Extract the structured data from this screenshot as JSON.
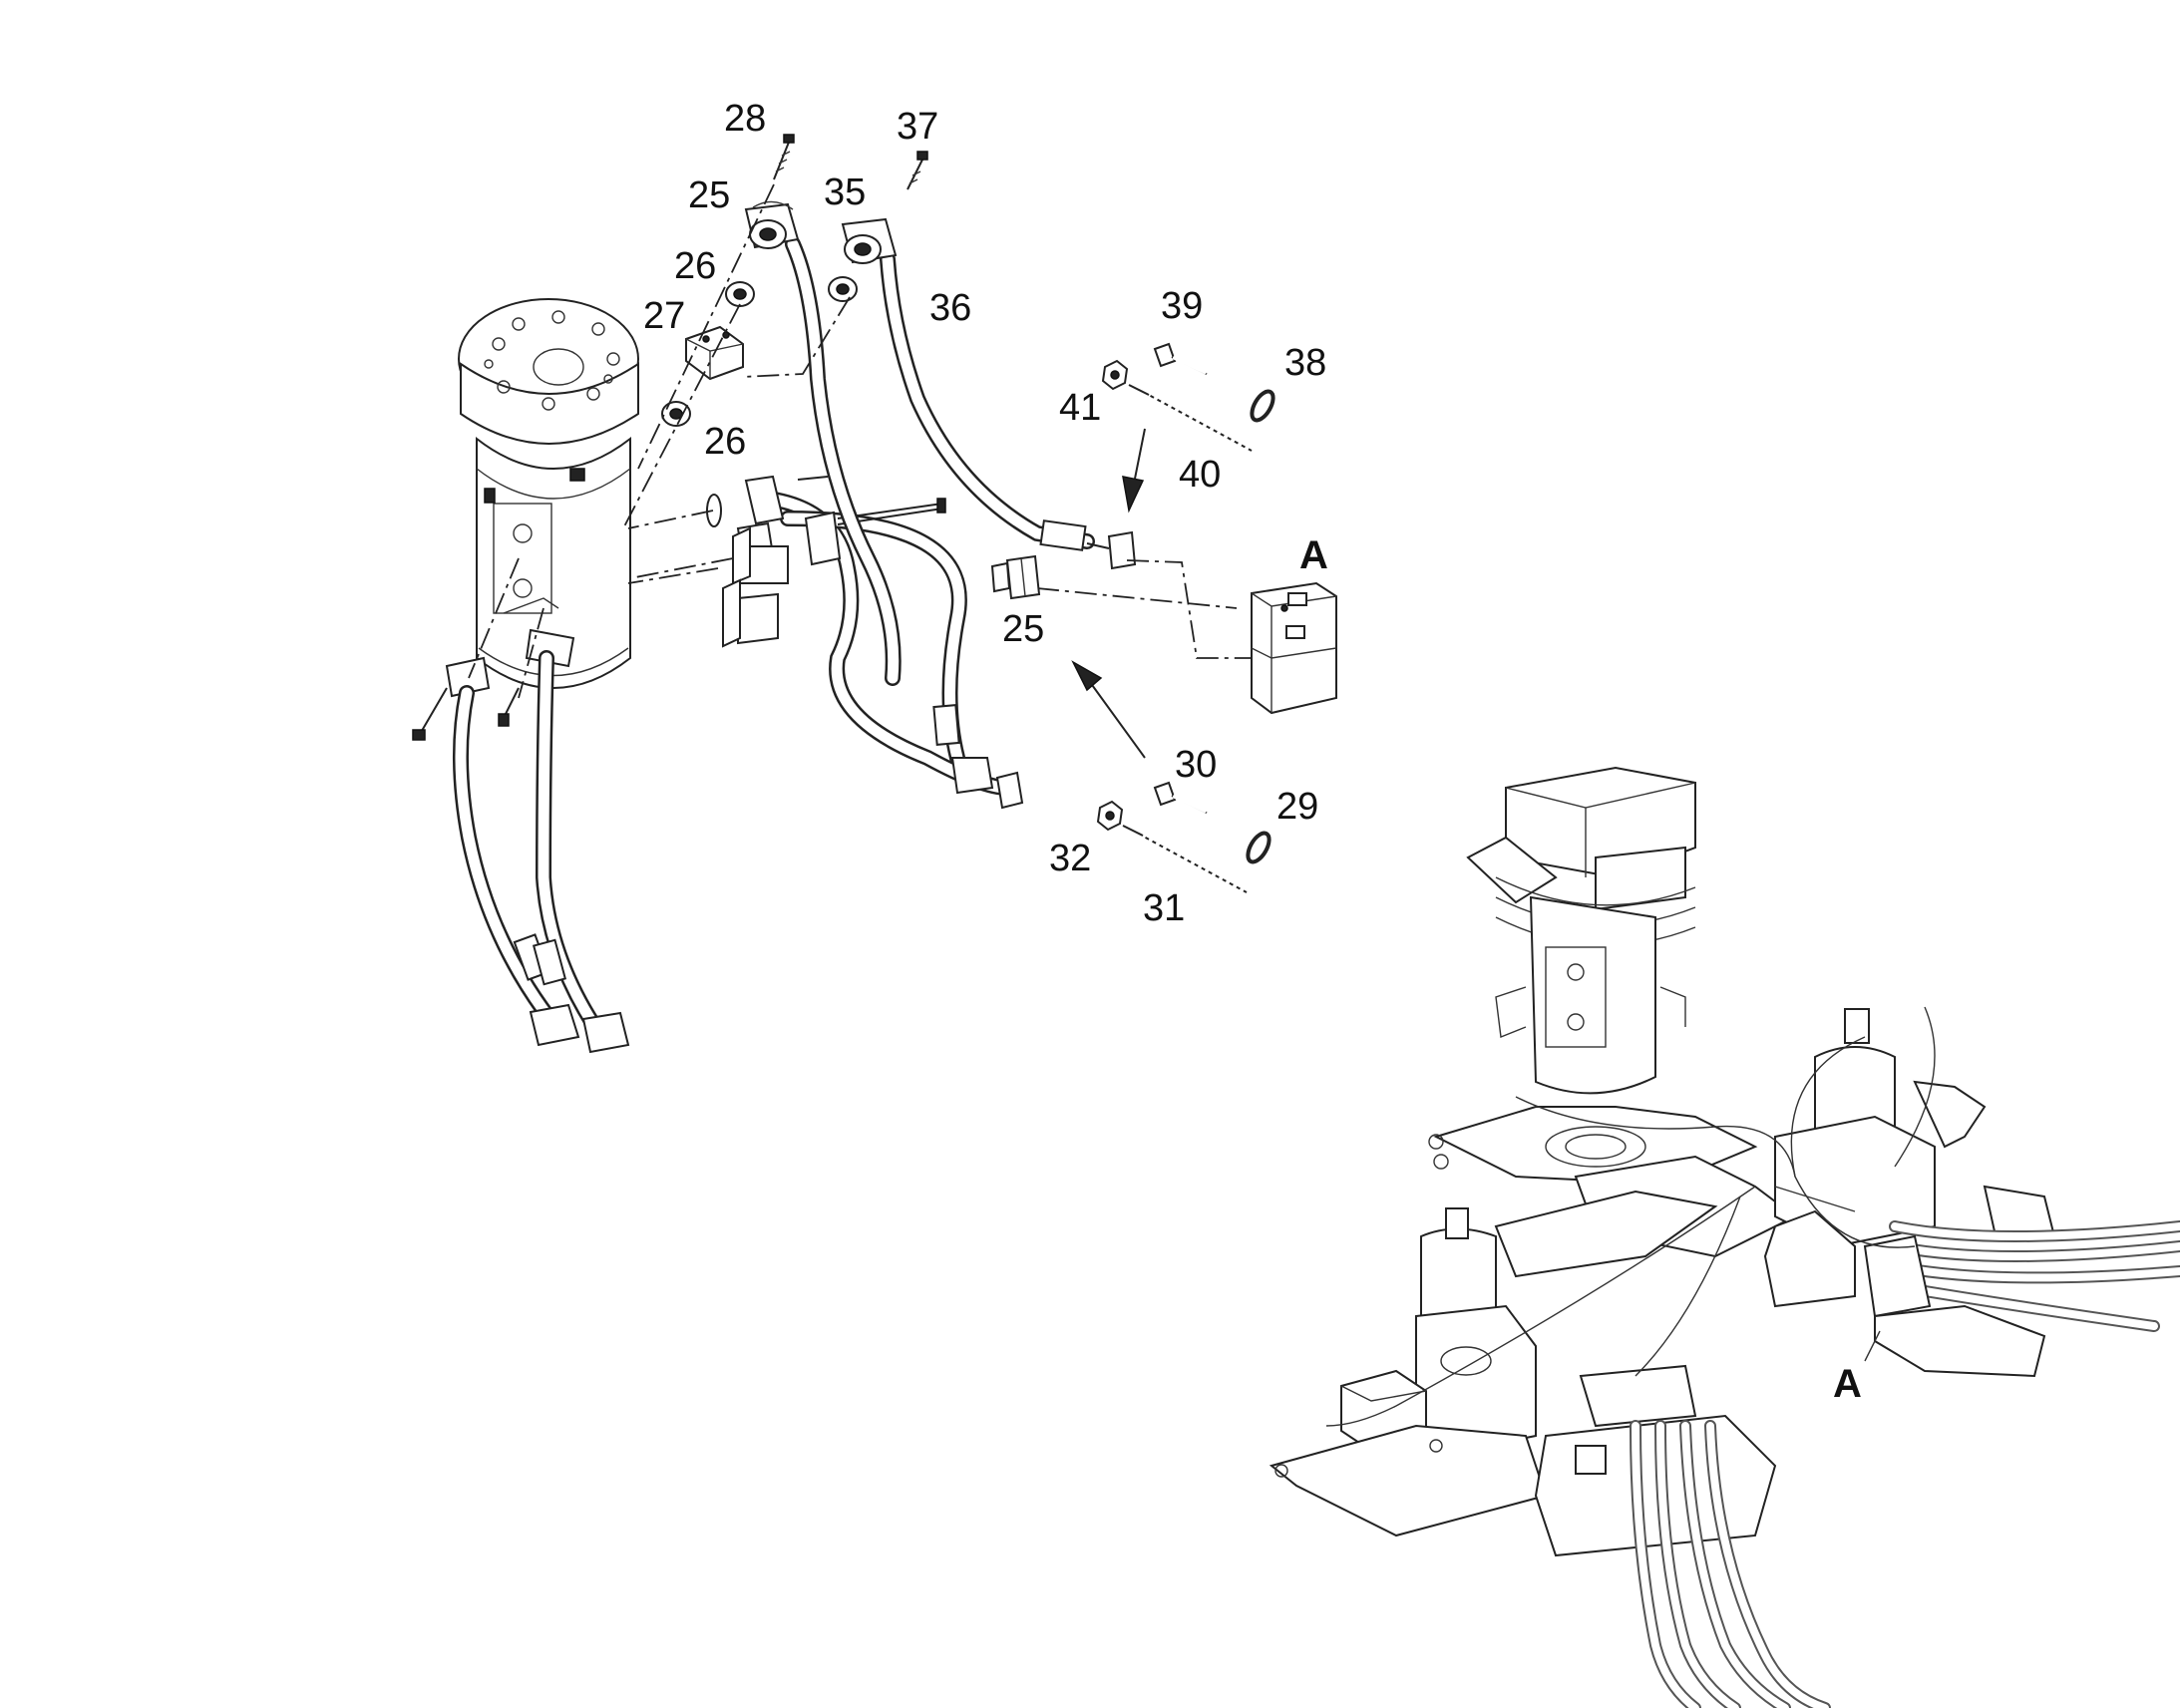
{
  "callouts": [
    {
      "id": "c28",
      "text": "28"
    },
    {
      "id": "c37",
      "text": "37"
    },
    {
      "id": "c25a",
      "text": "25"
    },
    {
      "id": "c35",
      "text": "35"
    },
    {
      "id": "c26a",
      "text": "26"
    },
    {
      "id": "c36",
      "text": "36"
    },
    {
      "id": "c27",
      "text": "27"
    },
    {
      "id": "c39",
      "text": "39"
    },
    {
      "id": "c38",
      "text": "38"
    },
    {
      "id": "c41",
      "text": "41"
    },
    {
      "id": "c26b",
      "text": "26"
    },
    {
      "id": "c40",
      "text": "40"
    },
    {
      "id": "cA1",
      "text": "A"
    },
    {
      "id": "c25b",
      "text": "25"
    },
    {
      "id": "c30",
      "text": "30"
    },
    {
      "id": "c29",
      "text": "29"
    },
    {
      "id": "c32",
      "text": "32"
    },
    {
      "id": "c31",
      "text": "31"
    },
    {
      "id": "cA2",
      "text": "A"
    }
  ]
}
